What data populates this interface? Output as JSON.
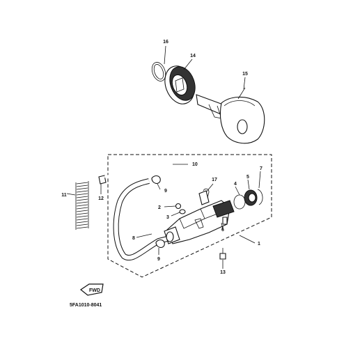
{
  "diagram": {
    "callouts": [
      {
        "id": "c16",
        "label": "16"
      },
      {
        "id": "c14",
        "label": "14"
      },
      {
        "id": "c15",
        "label": "15"
      },
      {
        "id": "c10",
        "label": "10"
      },
      {
        "id": "c17",
        "label": "17"
      },
      {
        "id": "c7",
        "label": "7"
      },
      {
        "id": "c4",
        "label": "4"
      },
      {
        "id": "c5",
        "label": "5"
      },
      {
        "id": "c9a",
        "label": "9"
      },
      {
        "id": "c11",
        "label": "11"
      },
      {
        "id": "c12",
        "label": "12"
      },
      {
        "id": "c2",
        "label": "2"
      },
      {
        "id": "c3",
        "label": "3"
      },
      {
        "id": "c6",
        "label": "6"
      },
      {
        "id": "c8",
        "label": "8"
      },
      {
        "id": "c1",
        "label": "1"
      },
      {
        "id": "c9b",
        "label": "9"
      },
      {
        "id": "c13",
        "label": "13"
      }
    ],
    "fwd_label": "FWD",
    "code": "5FA1010-8041"
  }
}
